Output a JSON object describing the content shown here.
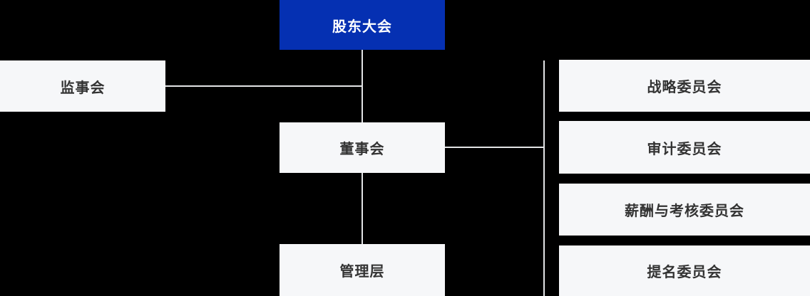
{
  "palette": {
    "background": "#000000",
    "primary_blue": "#0530b2",
    "node_background": "#f6f7f9",
    "node_text": "#333333",
    "primary_node_text": "#ffffff",
    "connector": "#e3e4e6"
  },
  "org_chart": {
    "root": {
      "label": "股东大会"
    },
    "supervisory_board": {
      "label": "监事会"
    },
    "board_of_directors": {
      "label": "董事会"
    },
    "management": {
      "label": "管理层"
    },
    "committees": [
      {
        "label": "战略委员会"
      },
      {
        "label": "审计委员会"
      },
      {
        "label": "薪酬与考核委员会"
      },
      {
        "label": "提名委员会"
      }
    ],
    "connections": [
      "root -> board_of_directors",
      "supervisory_board -> center-spine",
      "board_of_directors -> management",
      "board_of_directors -> committees-rail"
    ]
  }
}
